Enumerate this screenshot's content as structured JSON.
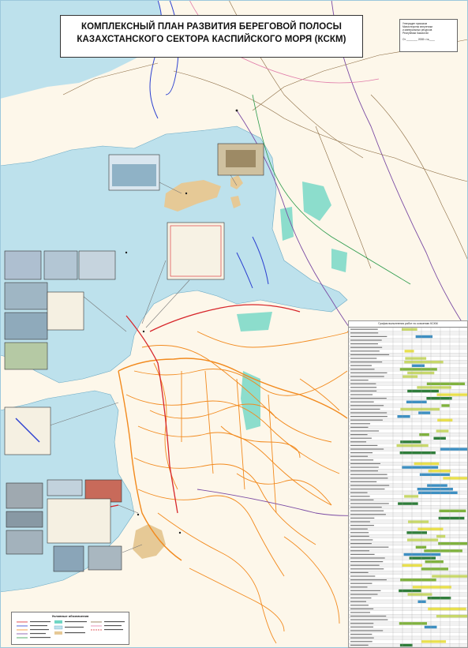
{
  "title": {
    "line1": "КОМПЛЕКСНЫЙ ПЛАН РАЗВИТИЯ БЕРЕГОВОЙ ПОЛОСЫ",
    "line2": "КАЗАХСТАНСКОГО СЕКТОРА КАСПИЙСКОГО МОРЯ (КСКМ)"
  },
  "approval": {
    "line1": "Утвержден приказом",
    "line2": "Министерства энергетики",
    "line3": "и минеральных ресурсов",
    "line4": "Республики Казахстан",
    "signature": "От ________ 2008 г. №____"
  },
  "schedule": {
    "title": "График выполнения работ по освоению КСКМ"
  },
  "legend": {
    "title": "Условные обозначения"
  },
  "colors": {
    "sea": "#bde1ec",
    "land": "#fdf7ea",
    "roads": "#f28a1e",
    "shallow": "#6fd6c4",
    "river": "#2b3fd0",
    "pipeline": "#d7262b",
    "rail": "#7a4aa3"
  }
}
